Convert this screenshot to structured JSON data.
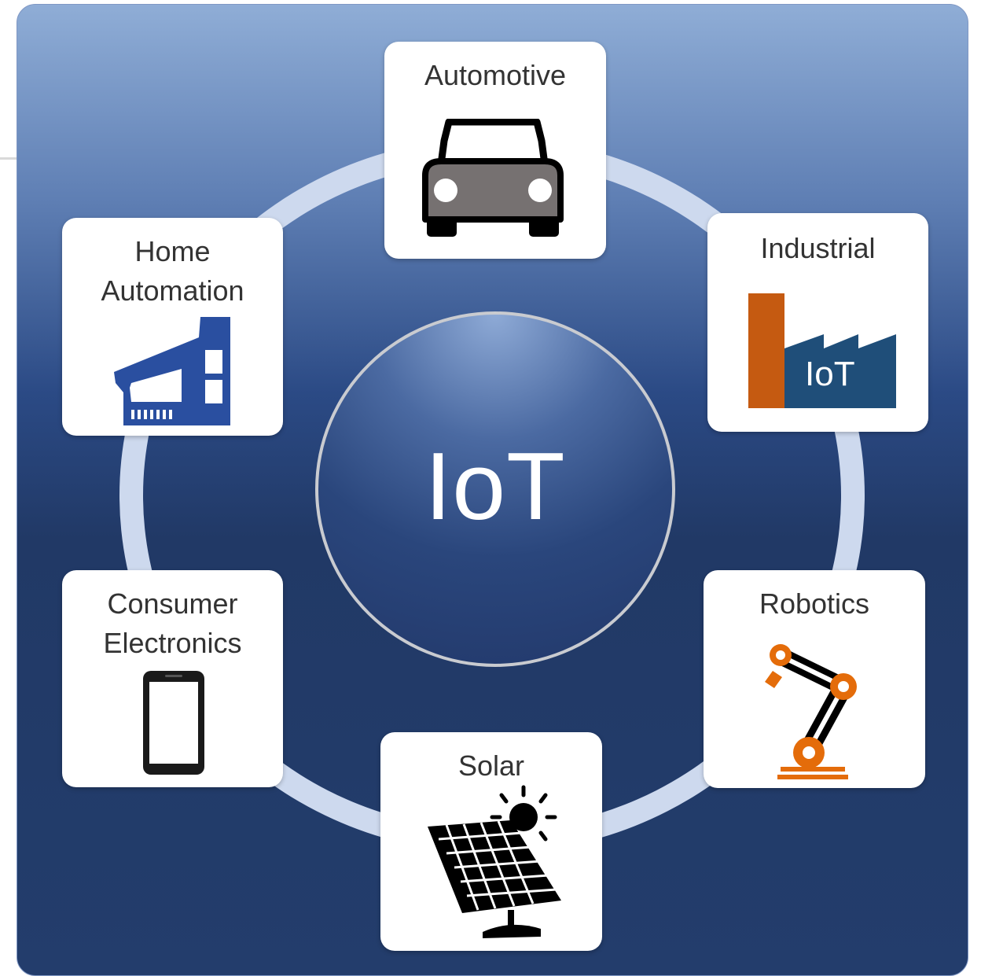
{
  "hub": {
    "label": "IoT"
  },
  "nodes": {
    "automotive": {
      "title": "Automotive",
      "icon": "car-icon"
    },
    "industrial": {
      "title": "Industrial",
      "icon": "factory-icon",
      "badge": "IoT"
    },
    "home_automation": {
      "title": "Home\nAutomation",
      "icon": "smart-home-icon"
    },
    "consumer_electronics": {
      "title": "Consumer\nElectronics",
      "icon": "smartphone-icon"
    },
    "robotics": {
      "title": "Robotics",
      "icon": "robot-arm-icon"
    },
    "solar": {
      "title": "Solar",
      "icon": "solar-panel-icon"
    }
  },
  "colors": {
    "ring": "#cdd9ee",
    "factory_chimney": "#c55a11",
    "factory_body": "#1f4e79",
    "home_blue": "#2a4fa0",
    "robot_orange": "#e46c0a",
    "car_body": "#767171"
  }
}
